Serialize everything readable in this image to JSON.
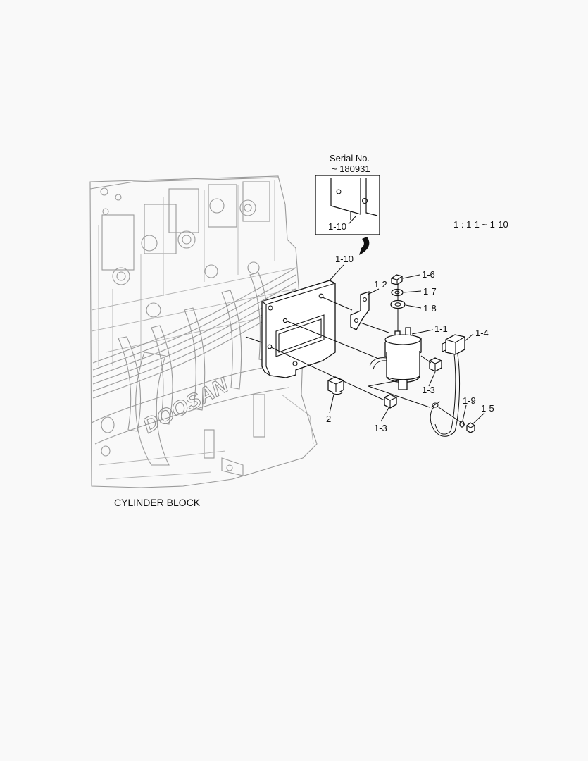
{
  "inset": {
    "title_line1": "Serial No.",
    "title_line2": "~ 180931",
    "part_label": "1-10"
  },
  "assembly_note": "1 : 1-1 ~ 1-10",
  "caption": "CYLINDER BLOCK",
  "engine_brand_mark": "DOOSAN",
  "callouts": [
    {
      "id": "1-10",
      "text": "1-10"
    },
    {
      "id": "1-2",
      "text": "1-2"
    },
    {
      "id": "1-6",
      "text": "1-6"
    },
    {
      "id": "1-7",
      "text": "1-7"
    },
    {
      "id": "1-8",
      "text": "1-8"
    },
    {
      "id": "1-1",
      "text": "1-1"
    },
    {
      "id": "1-4",
      "text": "1-4"
    },
    {
      "id": "1-3a",
      "text": "1-3"
    },
    {
      "id": "1-3b",
      "text": "1-3"
    },
    {
      "id": "2",
      "text": "2"
    },
    {
      "id": "1-9",
      "text": "1-9"
    },
    {
      "id": "1-5",
      "text": "1-5"
    }
  ]
}
